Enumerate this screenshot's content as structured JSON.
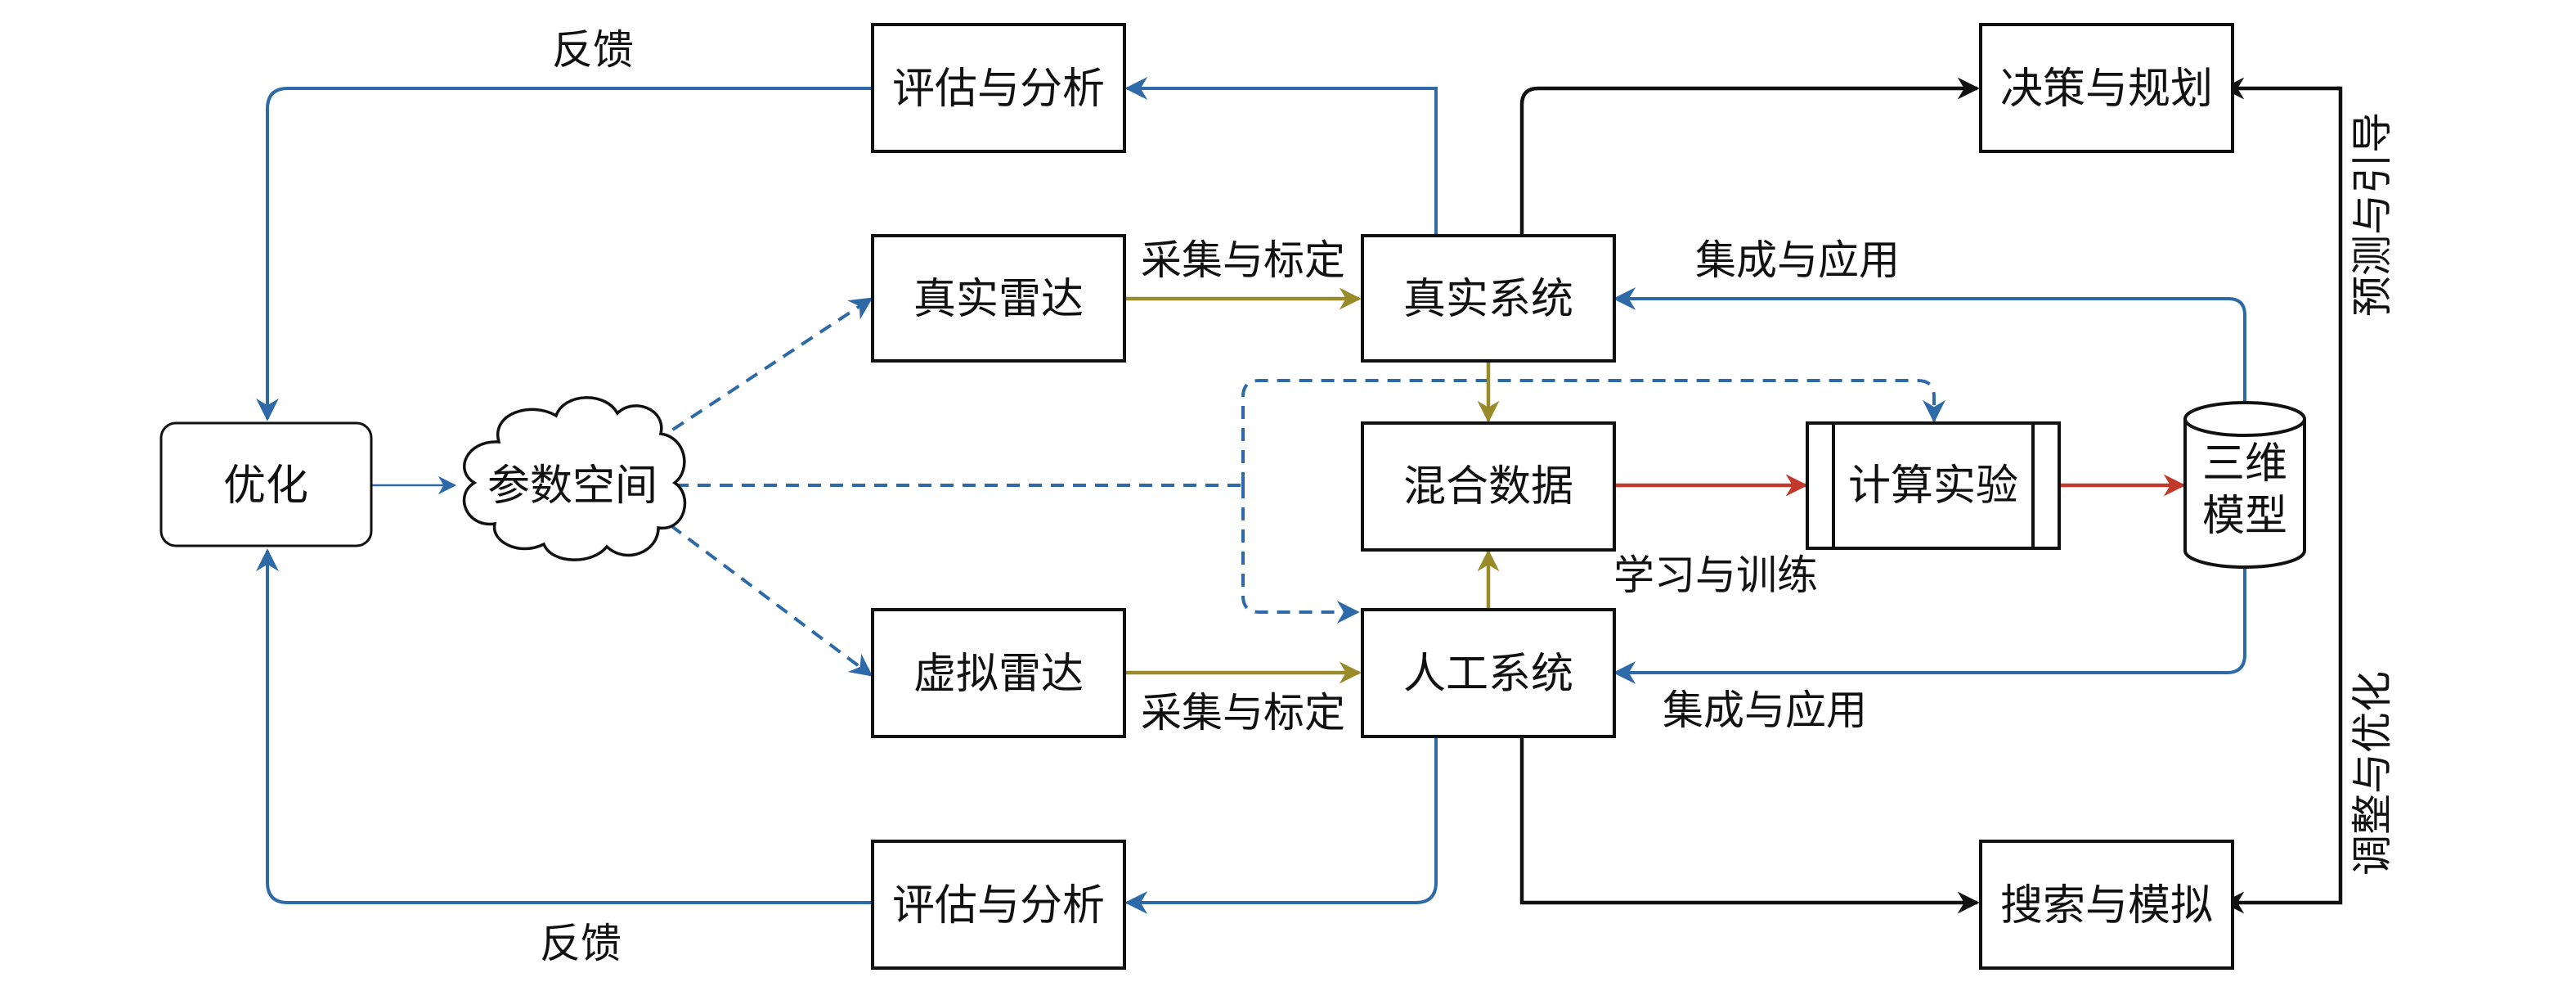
{
  "nodes": {
    "optimize": "优化",
    "param_space": "参数空间",
    "real_radar": "真实雷达",
    "virtual_radar": "虚拟雷达",
    "eval_top": "评估与分析",
    "eval_bottom": "评估与分析",
    "real_system": "真实系统",
    "artificial_system": "人工系统",
    "mixed_data": "混合数据",
    "compute_experiment": "计算实验",
    "model_3d_line1": "三维",
    "model_3d_line2": "模型",
    "decision": "决策与规划",
    "search": "搜索与模拟"
  },
  "edge_labels": {
    "feedback_top": "反馈",
    "feedback_bottom": "反馈",
    "collect_top": "采集与标定",
    "collect_bottom": "采集与标定",
    "integrate_top": "集成与应用",
    "integrate_bottom": "集成与应用",
    "learn_train": "学习与训练",
    "predict_guide": "预测与引导",
    "adjust_optimize": "调整与优化"
  },
  "colors": {
    "blue": "#2e6aa8",
    "olive": "#9a8b2a",
    "red": "#c0392b",
    "black": "#111111"
  }
}
